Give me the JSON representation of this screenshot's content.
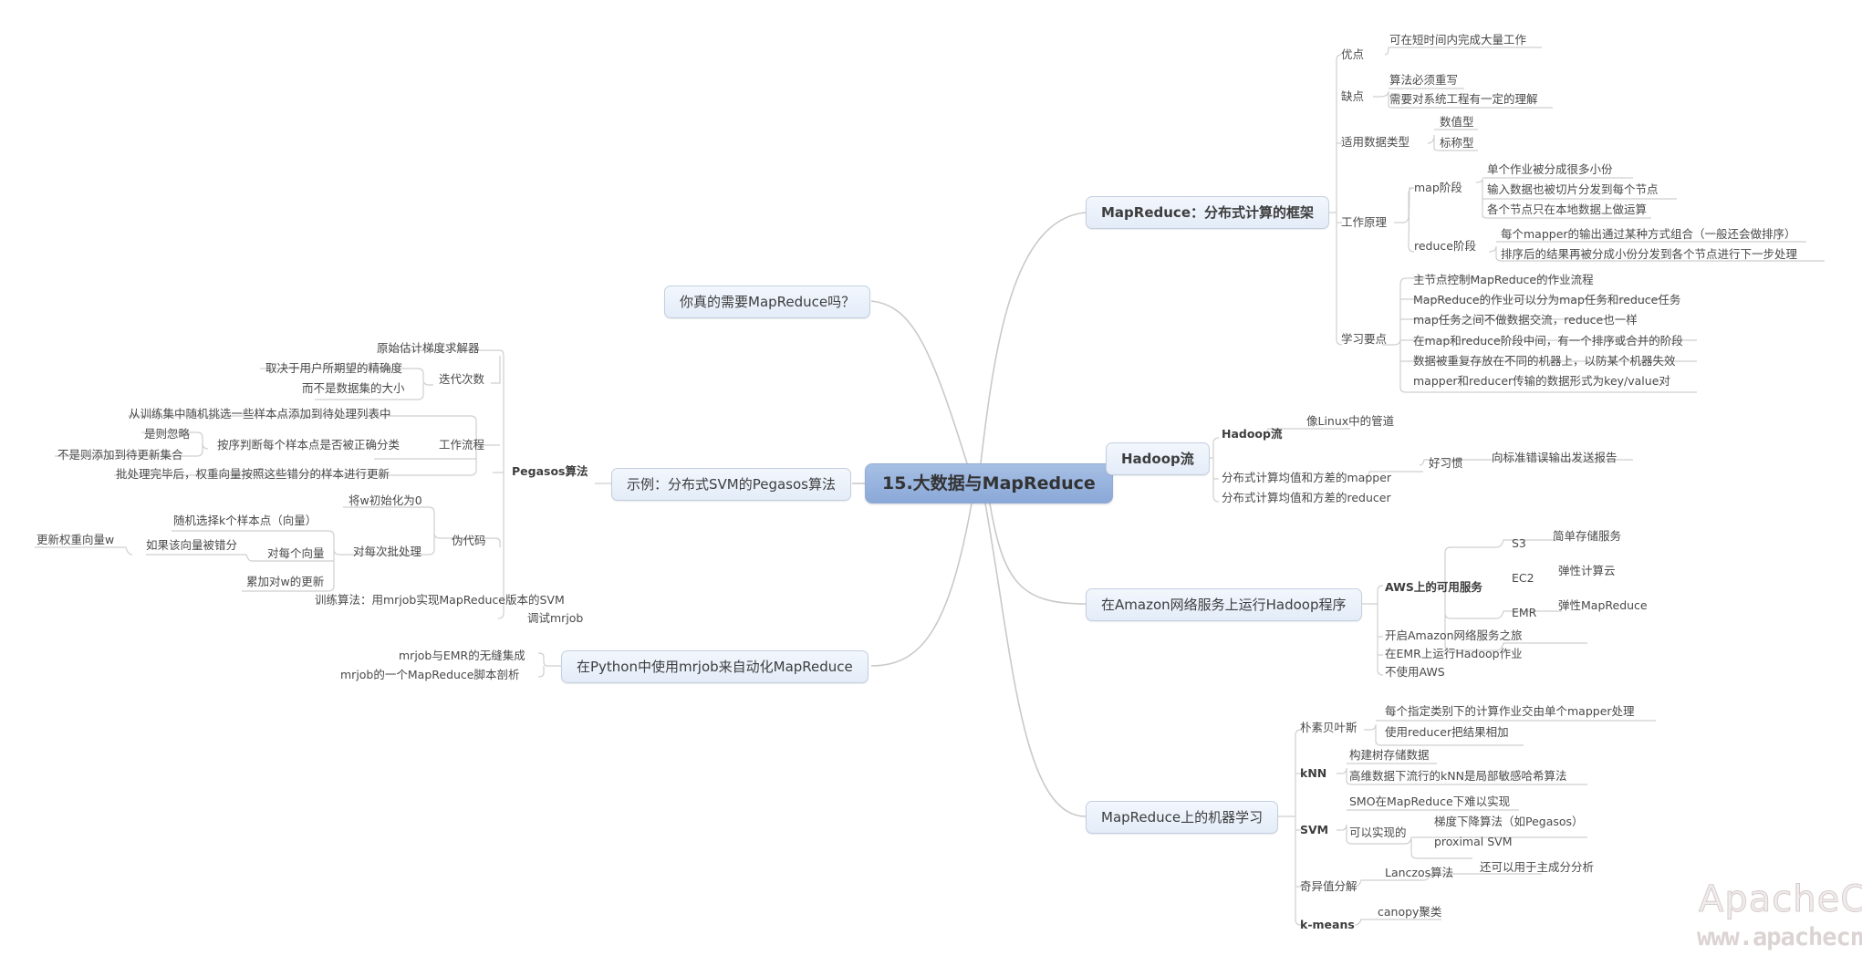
{
  "center": {
    "title": "15.大数据与MapReduce"
  },
  "branches": {
    "need": {
      "label": "你真的需要MapReduce吗？"
    },
    "framework": {
      "label": "MapReduce：分布式计算的框架",
      "pros": {
        "label": "优点",
        "items": [
          "可在短时间内完成大量工作"
        ]
      },
      "cons": {
        "label": "缺点",
        "items": [
          "算法必须重写",
          "需要对系统工程有一定的理解"
        ]
      },
      "types": {
        "label": "适用数据类型",
        "items": [
          "数值型",
          "标称型"
        ]
      },
      "principle": {
        "label": "工作原理",
        "map": {
          "label": "map阶段",
          "items": [
            "单个作业被分成很多小份",
            "输入数据也被切片分发到每个节点",
            "各个节点只在本地数据上做运算"
          ]
        },
        "reduce": {
          "label": "reduce阶段",
          "items": [
            "每个mapper的输出通过某种方式组合（一般还会做排序）",
            "排序后的结果再被分成小份分发到各个节点进行下一步处理"
          ]
        }
      },
      "keypoints": {
        "label": "学习要点",
        "items": [
          "主节点控制MapReduce的作业流程",
          "MapReduce的作业可以分为map任务和reduce任务",
          "map任务之间不做数据交流，reduce也一样",
          "在map和reduce阶段中间，有一个排序或合并的阶段",
          "数据被重复存放在不同的机器上，以防某个机器失效",
          "mapper和reducer传输的数据形式为key/value对"
        ]
      }
    },
    "hadoop": {
      "label": "Hadoop流",
      "stream": {
        "label": "Hadoop流",
        "items": [
          "像Linux中的管道"
        ]
      },
      "mapper": {
        "label": "分布式计算均值和方差的mapper",
        "habit": {
          "label": "好习惯",
          "items": [
            "向标准错误输出发送报告"
          ]
        }
      },
      "reducer": {
        "label": "分布式计算均值和方差的reducer"
      }
    },
    "amazon": {
      "label": "在Amazon网络服务上运行Hadoop程序",
      "aws": {
        "label": "AWS上的可用服务",
        "services": [
          {
            "name": "S3",
            "desc": "简单存储服务"
          },
          {
            "name": "EC2",
            "desc": "弹性计算云"
          },
          {
            "name": "EMR",
            "desc": "弹性MapReduce"
          }
        ]
      },
      "items": [
        "开启Amazon网络服务之旅",
        "在EMR上运行Hadoop作业",
        "不使用AWS"
      ]
    },
    "ml": {
      "label": "MapReduce上的机器学习",
      "bayes": {
        "label": "朴素贝叶斯",
        "items": [
          "每个指定类别下的计算作业交由单个mapper处理",
          "使用reducer把结果相加"
        ]
      },
      "knn": {
        "label": "kNN",
        "items": [
          "构建树存储数据",
          "高维数据下流行的kNN是局部敏感哈希算法"
        ]
      },
      "svm": {
        "label": "SVM",
        "smo": "SMO在MapReduce下难以实现",
        "possible": {
          "label": "可以实现的",
          "items": [
            "梯度下降算法（如Pegasos）",
            "proximal SVM"
          ]
        }
      },
      "svd": {
        "label": "奇异值分解",
        "lanczos": {
          "label": "Lanczos算法",
          "items": [
            "还可以用于主成分分析"
          ]
        }
      },
      "kmeans": {
        "label": "k-means",
        "items": [
          "canopy聚类"
        ]
      }
    },
    "pegasos": {
      "label": "示例：分布式SVM的Pegasos算法",
      "algo": {
        "label": "Pegasos算法",
        "solver": "原始估计梯度求解器",
        "iterations": {
          "label": "迭代次数",
          "items": [
            "取决于用户所期望的精确度",
            "而不是数据集的大小"
          ]
        },
        "workflow": {
          "label": "工作流程",
          "items": [
            "从训练集中随机挑选一些样本点添加到待处理列表中",
            "按序判断每个样本点是否被正确分类",
            "批处理完毕后，权重向量按照这些错分的样本进行更新"
          ],
          "judge": [
            "是则忽略",
            "不是则添加到待更新集合"
          ]
        },
        "pseudo": {
          "label": "伪代码",
          "init": "将w初始化为0",
          "batch": {
            "label": "对每次批处理",
            "items": [
              "随机选择k个样本点（向量）",
              "对每个向量",
              "累加对w的更新"
            ],
            "each": {
              "label": "如果该向量被错分",
              "action": "更新权重向量w"
            }
          }
        }
      },
      "train": "训练算法：用mrjob实现MapReduce版本的SVM",
      "debug": "调试mrjob"
    },
    "python": {
      "label": "在Python中使用mrjob来自动化MapReduce",
      "items": [
        "mrjob与EMR的无缝集成",
        "mrjob的一个MapReduce脚本剖析"
      ]
    }
  },
  "watermark": {
    "brand": "ApacheCN",
    "url": "www.apachecn.org"
  },
  "colors": {
    "line": "#c8c8c8",
    "center_fill": "#97b3de",
    "node_fill": "#e8eff9"
  }
}
